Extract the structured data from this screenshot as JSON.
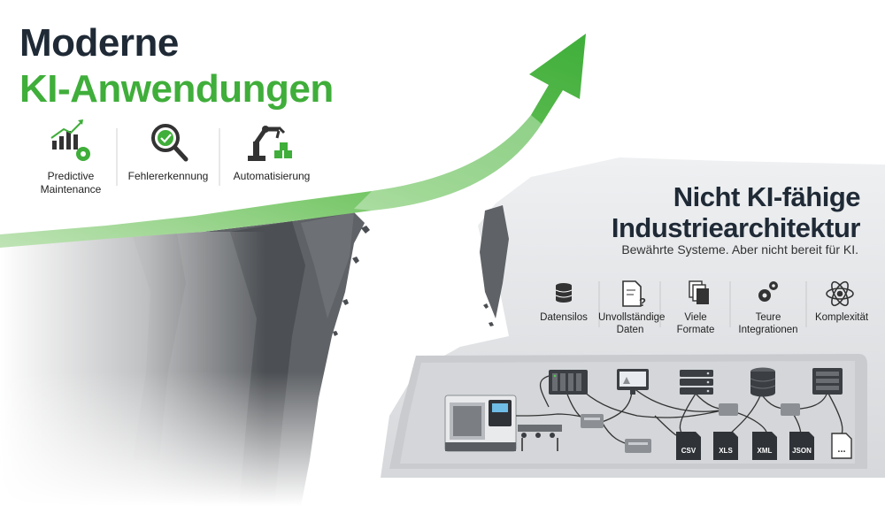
{
  "left": {
    "title_line1": "Moderne",
    "title_line2": "KI-Anwendungen",
    "apps": [
      {
        "icon": "growth-chart-gear-icon",
        "label_line1": "Predictive",
        "label_line2": "Maintenance"
      },
      {
        "icon": "magnifier-check-icon",
        "label_line1": "Fehlererkennung",
        "label_line2": ""
      },
      {
        "icon": "robot-arm-icon",
        "label_line1": "Automatisierung",
        "label_line2": ""
      }
    ]
  },
  "right": {
    "title_line1": "Nicht KI-fähige",
    "title_line2": "Industriearchitektur",
    "subtitle": "Bewährte Systeme. Aber nicht bereit für KI.",
    "problems": [
      {
        "icon": "database-icon",
        "label_line1": "Datensilos",
        "label_line2": ""
      },
      {
        "icon": "document-question-icon",
        "label_line1": "Unvollständige",
        "label_line2": "Daten"
      },
      {
        "icon": "files-stack-icon",
        "label_line1": "Viele",
        "label_line2": "Formate"
      },
      {
        "icon": "gears-icon",
        "label_line1": "Teure",
        "label_line2": "Integrationen"
      },
      {
        "icon": "atom-icon",
        "label_line1": "Komplexität",
        "label_line2": ""
      }
    ],
    "file_badges": [
      "CSV",
      "XLS",
      "XML",
      "JSON"
    ],
    "chat_badge": "..."
  },
  "colors": {
    "green": "#3fae3a",
    "dark": "#1f2a36",
    "rock": "#5f6266",
    "rock_light": "#d9dadd"
  }
}
